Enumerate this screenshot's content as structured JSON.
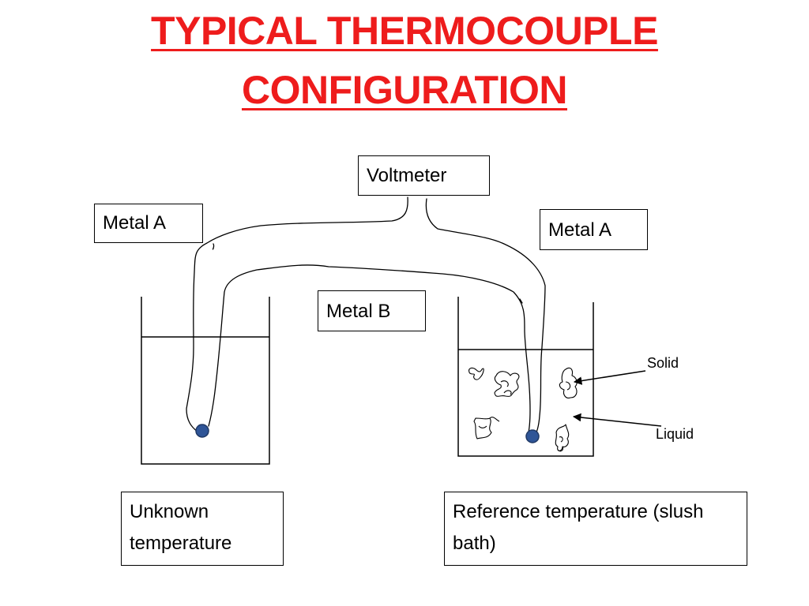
{
  "title": {
    "line1": "TYPICAL THERMOCOUPLE",
    "line2": "CONFIGURATION",
    "color": "#ee1c1c"
  },
  "labels": {
    "voltmeter": "Voltmeter",
    "metal_a_left": "Metal A",
    "metal_a_right": "Metal A",
    "metal_b": "Metal B",
    "solid": "Solid",
    "liquid": "Liquid",
    "unknown_temperature": "Unknown temperature",
    "reference_temperature": "Reference temperature (slush bath)"
  },
  "colors": {
    "junction": "#2f5597",
    "junction_outline": "#1f3864",
    "line": "#000000"
  }
}
